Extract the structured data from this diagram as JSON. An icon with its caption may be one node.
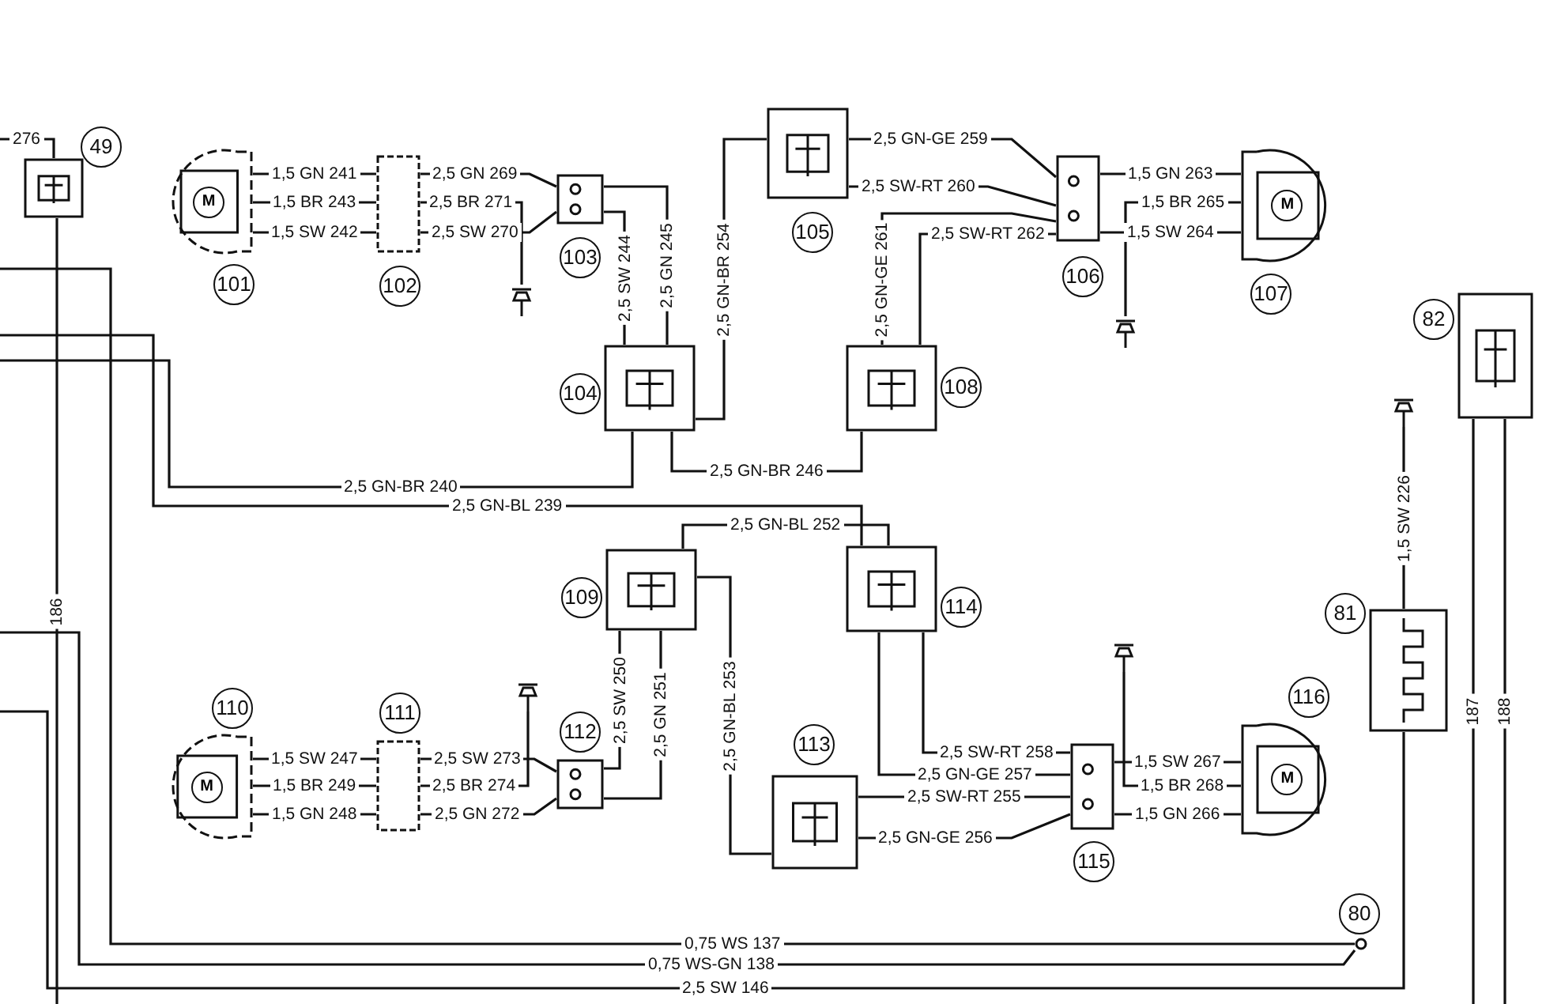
{
  "diagram": {
    "nodes": [
      {
        "text": [
          "49"
        ]
      },
      {
        "text": [
          "M",
          "101"
        ]
      },
      {
        "text": [
          "102"
        ]
      },
      {
        "text": [
          "103"
        ]
      },
      {
        "text": [
          "104"
        ]
      },
      {
        "text": [
          "105"
        ]
      },
      {
        "text": [
          "106"
        ]
      },
      {
        "text": [
          "M",
          "107"
        ]
      },
      {
        "text": [
          "108"
        ]
      },
      {
        "text": [
          "109"
        ]
      },
      {
        "text": [
          "110",
          "M"
        ]
      },
      {
        "text": [
          "111"
        ]
      },
      {
        "text": [
          "112"
        ]
      },
      {
        "text": [
          "113"
        ]
      },
      {
        "text": [
          "114"
        ]
      },
      {
        "text": [
          "115"
        ]
      },
      {
        "text": [
          "116",
          "M"
        ]
      },
      {
        "text": [
          "81"
        ]
      },
      {
        "text": [
          "82"
        ]
      },
      {
        "text": [
          "80"
        ]
      },
      {
        "text": [],
        "shape": "ground"
      },
      {
        "text": [],
        "shape": "ground"
      },
      {
        "text": [],
        "shape": "ground"
      },
      {
        "text": [],
        "shape": "ground"
      },
      {
        "text": [],
        "shape": "ground"
      }
    ],
    "edges": [
      {
        "from": 1,
        "to": 2,
        "arrow": "none",
        "label": "1,5 GN 241"
      },
      {
        "from": 1,
        "to": 2,
        "arrow": "none",
        "label": "1,5 BR 243"
      },
      {
        "from": 1,
        "to": 2,
        "arrow": "none",
        "label": "1,5 SW 242"
      },
      {
        "from": 2,
        "to": 3,
        "arrow": "none",
        "label": "2,5 GN 269"
      },
      {
        "from": 2,
        "to": 20,
        "arrow": "none",
        "label": "2,5 BR 271"
      },
      {
        "from": 2,
        "to": 3,
        "arrow": "none",
        "label": "2,5 SW 270"
      },
      {
        "from": 3,
        "to": 4,
        "arrow": "none",
        "label": "2,5 SW 244"
      },
      {
        "from": 3,
        "to": 4,
        "arrow": "none",
        "label": "2,5 GN 245"
      },
      {
        "from": 4,
        "to": 5,
        "arrow": "none",
        "label": "2,5 GN-BR 254"
      },
      {
        "from": 4,
        "to": 8,
        "arrow": "none",
        "label": "2,5 GN-BR 246"
      },
      {
        "from": 4,
        "to": null,
        "arrow": "none",
        "label": "2,5 GN-BR 240"
      },
      {
        "from": null,
        "to": 14,
        "arrow": "none",
        "label": "2,5 GN-BL 239"
      },
      {
        "from": 9,
        "to": 14,
        "arrow": "none",
        "label": "2,5 GN-BL 252"
      },
      {
        "from": 9,
        "to": 13,
        "arrow": "none",
        "label": "2,5 GN-BL 253"
      },
      {
        "from": 12,
        "to": 9,
        "arrow": "none",
        "label": "2,5 SW 250"
      },
      {
        "from": 12,
        "to": 9,
        "arrow": "none",
        "label": "2,5 GN 251"
      },
      {
        "from": 5,
        "to": 6,
        "arrow": "none",
        "label": "2,5 GN-GE 259"
      },
      {
        "from": 5,
        "to": 6,
        "arrow": "none",
        "label": "2,5 SW-RT 260"
      },
      {
        "from": 8,
        "to": 6,
        "arrow": "none",
        "label": "2,5 GN-GE 261"
      },
      {
        "from": 8,
        "to": 6,
        "arrow": "none",
        "label": "2,5 SW-RT 262"
      },
      {
        "from": 6,
        "to": 7,
        "arrow": "none",
        "label": "1,5 GN 263"
      },
      {
        "from": 7,
        "to": 21,
        "arrow": "none",
        "label": "1,5 BR 265"
      },
      {
        "from": 6,
        "to": 7,
        "arrow": "none",
        "label": "1,5 SW 264"
      },
      {
        "from": 10,
        "to": 11,
        "arrow": "none",
        "label": "1,5 SW 247"
      },
      {
        "from": 10,
        "to": 11,
        "arrow": "none",
        "label": "1,5 BR 249"
      },
      {
        "from": 10,
        "to": 11,
        "arrow": "none",
        "label": "1,5 GN 248"
      },
      {
        "from": 11,
        "to": 12,
        "arrow": "none",
        "label": "2,5 SW 273"
      },
      {
        "from": 11,
        "to": 22,
        "arrow": "none",
        "label": "2,5 BR 274"
      },
      {
        "from": 11,
        "to": 12,
        "arrow": "none",
        "label": "2,5 GN 272"
      },
      {
        "from": 14,
        "to": 15,
        "arrow": "none",
        "label": "2,5 SW-RT 258"
      },
      {
        "from": 14,
        "to": 15,
        "arrow": "none",
        "label": "2,5 GN-GE 257"
      },
      {
        "from": 13,
        "to": 15,
        "arrow": "none",
        "label": "2,5 SW-RT 255"
      },
      {
        "from": 13,
        "to": 15,
        "arrow": "none",
        "label": "2,5 GN-GE 256"
      },
      {
        "from": 15,
        "to": 16,
        "arrow": "none",
        "label": "1,5 SW 267"
      },
      {
        "from": 16,
        "to": 23,
        "arrow": "none",
        "label": "1,5 BR 268"
      },
      {
        "from": 15,
        "to": 16,
        "arrow": "none",
        "label": "1,5 GN 266"
      },
      {
        "from": 17,
        "to": 24,
        "arrow": "none",
        "label": "1,5 SW 226"
      },
      {
        "from": 17,
        "to": null,
        "arrow": "none",
        "label": "2,5 SW 146"
      },
      {
        "from": 19,
        "to": null,
        "arrow": "none",
        "label": "0,75 WS 137"
      },
      {
        "from": 19,
        "to": null,
        "arrow": "none",
        "label": "0,75 WS-GN 138"
      },
      {
        "from": 0,
        "to": null,
        "arrow": "none",
        "label": "186"
      },
      {
        "from": null,
        "to": 0,
        "arrow": "none",
        "label": "276"
      },
      {
        "from": 18,
        "to": null,
        "arrow": "none",
        "label": "187"
      },
      {
        "from": 18,
        "to": null,
        "arrow": "none",
        "label": "188"
      }
    ]
  }
}
